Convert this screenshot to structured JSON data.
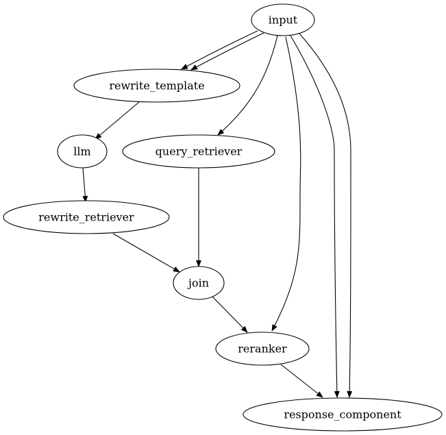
{
  "nodes": [
    {
      "id": "input",
      "label": "input"
    },
    {
      "id": "rewrite_template",
      "label": "rewrite_template"
    },
    {
      "id": "llm",
      "label": "llm"
    },
    {
      "id": "query_retriever",
      "label": "query_retriever"
    },
    {
      "id": "rewrite_retriever",
      "label": "rewrite_retriever"
    },
    {
      "id": "join",
      "label": "join"
    },
    {
      "id": "reranker",
      "label": "reranker"
    },
    {
      "id": "response_component",
      "label": "response_component"
    }
  ],
  "edges": [
    {
      "from": "input",
      "to": "rewrite_template"
    },
    {
      "from": "input",
      "to": "rewrite_template"
    },
    {
      "from": "input",
      "to": "query_retriever"
    },
    {
      "from": "input",
      "to": "reranker"
    },
    {
      "from": "input",
      "to": "response_component"
    },
    {
      "from": "input",
      "to": "response_component"
    },
    {
      "from": "rewrite_template",
      "to": "llm"
    },
    {
      "from": "llm",
      "to": "rewrite_retriever"
    },
    {
      "from": "query_retriever",
      "to": "join"
    },
    {
      "from": "rewrite_retriever",
      "to": "join"
    },
    {
      "from": "join",
      "to": "reranker"
    },
    {
      "from": "reranker",
      "to": "response_component"
    }
  ]
}
